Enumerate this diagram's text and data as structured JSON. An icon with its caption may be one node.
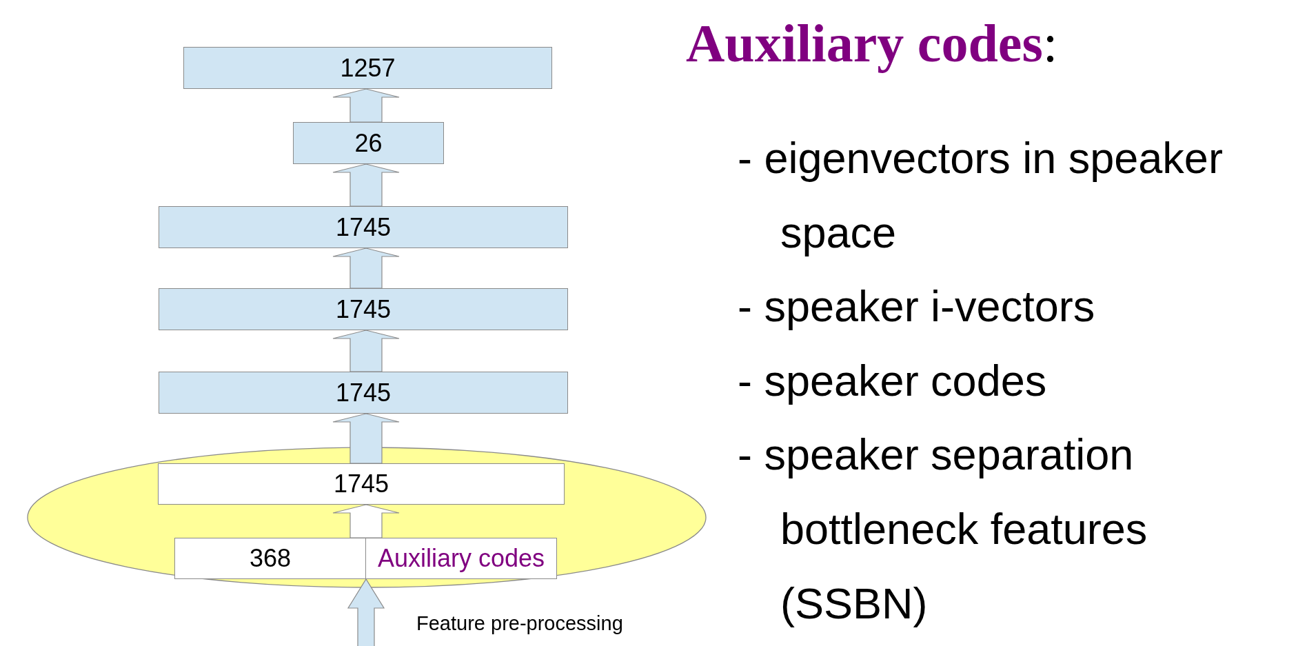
{
  "diagram": {
    "title": "**Auxiliary codes**:",
    "nodes": [
      {
        "text": [
          "1257"
        ]
      },
      {
        "text": [
          "26"
        ]
      },
      {
        "text": [
          "1745"
        ]
      },
      {
        "text": [
          "1745"
        ]
      },
      {
        "text": [
          "1745"
        ]
      },
      {
        "text": [],
        "shape": "ellipse"
      },
      {
        "text": [
          "1745"
        ],
        "in": 5
      },
      {
        "text": [
          "368"
        ],
        "in": 5
      },
      {
        "text": [
          "Auxiliary codes"
        ],
        "in": 5
      }
    ],
    "edges": [
      {
        "from": 1,
        "to": 0,
        "arrow": "to"
      },
      {
        "from": 2,
        "to": 1,
        "arrow": "to"
      },
      {
        "from": 3,
        "to": 2,
        "arrow": "to"
      },
      {
        "from": 4,
        "to": 3,
        "arrow": "to"
      },
      {
        "from": 6,
        "to": 4,
        "arrow": "to"
      },
      {
        "from": 7,
        "to": 6,
        "arrow": "to",
        "color": "#ffffff"
      },
      {
        "from": null,
        "to": 7,
        "arrow": "to"
      }
    ],
    "labels": [
      "Feature pre-processing",
      "- eigenvectors in speaker space",
      "- speaker i-vectors",
      "- speaker codes",
      "- speaker separation bottleneck features (SSBN)"
    ]
  }
}
